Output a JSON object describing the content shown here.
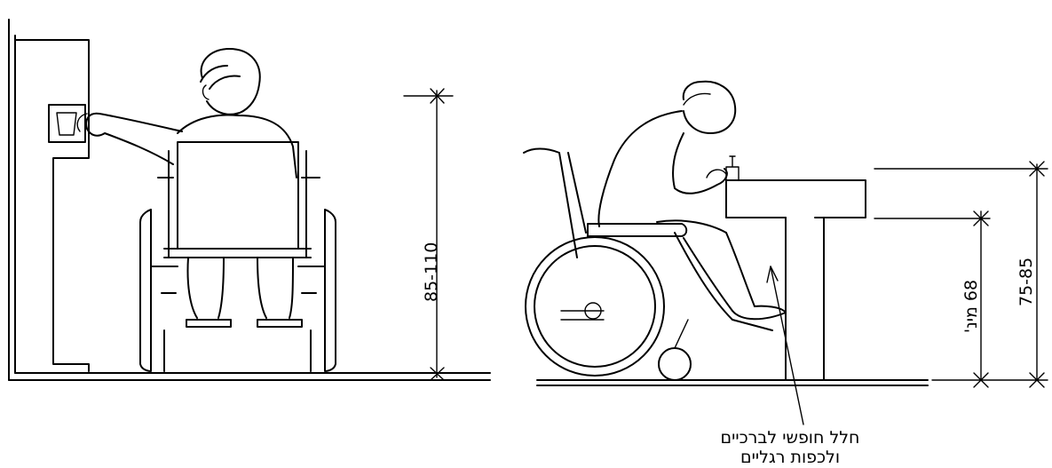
{
  "left_figure": {
    "height_label": "85-110"
  },
  "right_figure": {
    "table_height_label": "75-85",
    "knee_clearance_label": "68 מינ'",
    "note_line1": "חלל חופשי לברכיים",
    "note_line2": "ולכפות רגליים"
  }
}
